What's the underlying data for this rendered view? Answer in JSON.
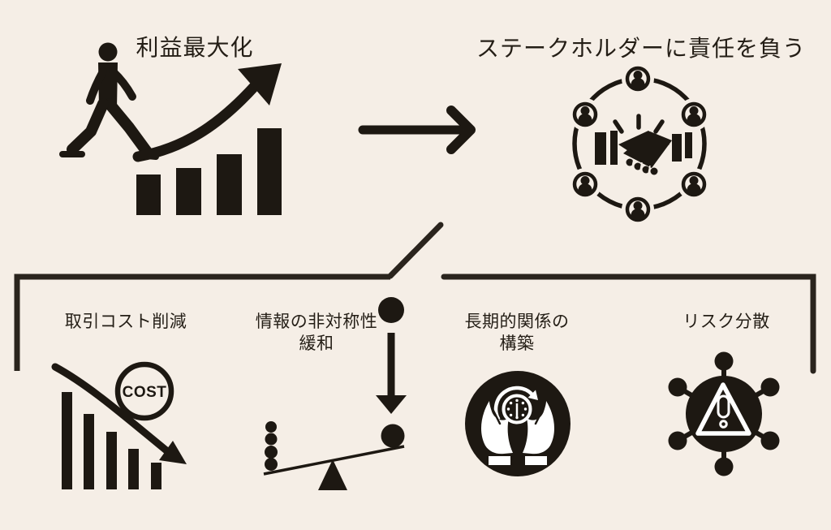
{
  "colors": {
    "background": "#f5eee6",
    "ink": "#1d1812"
  },
  "flow": {
    "source": {
      "label": "利益最大化"
    },
    "target": {
      "label": "ステークホルダーに責任を負う"
    }
  },
  "branches": [
    {
      "label": "取引コスト削減",
      "badge": "COST"
    },
    {
      "label": "情報の非対称性\n緩和"
    },
    {
      "label": "長期的関係の\n構築"
    },
    {
      "label": "リスク分散"
    }
  ]
}
